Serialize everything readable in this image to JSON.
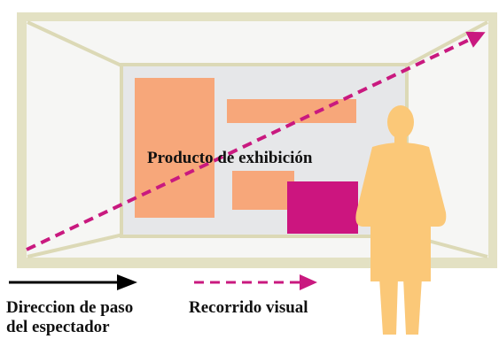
{
  "scene": {
    "center_label": "Producto de exhibición"
  },
  "legend": {
    "pass_direction": {
      "line1": "Direccion de paso",
      "line2": "del espectador"
    },
    "visual_path": {
      "label": "Recorrido visual"
    }
  },
  "colors": {
    "room_frame": "#e3e1c3",
    "room_wall": "#f6f6f4",
    "back_wall": "#e6e7e9",
    "display_panel": "#f7a77a",
    "featured_panel": "#cc157f",
    "visitor": "#fbc878",
    "sight_line": "#c9197f",
    "pass_arrow": "#000000"
  },
  "icons": {
    "visitor": "person-silhouette-icon",
    "pass_direction": "solid-arrow-icon",
    "visual_path": "dashed-arrow-icon"
  }
}
